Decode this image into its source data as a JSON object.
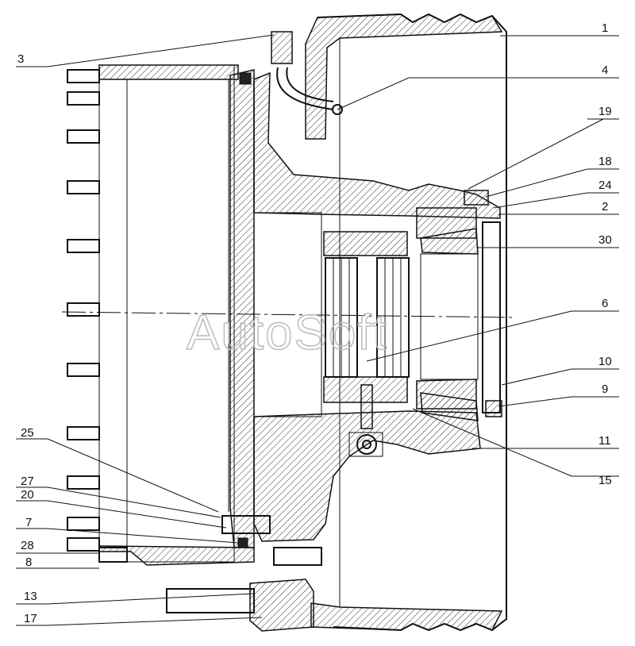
{
  "watermark": "AutoSoft",
  "callouts": [
    "1",
    "4",
    "19",
    "18",
    "24",
    "2",
    "30",
    "6",
    "10",
    "9",
    "11",
    "15",
    "3",
    "25",
    "27",
    "20",
    "7",
    "28",
    "8",
    "13",
    "17"
  ]
}
